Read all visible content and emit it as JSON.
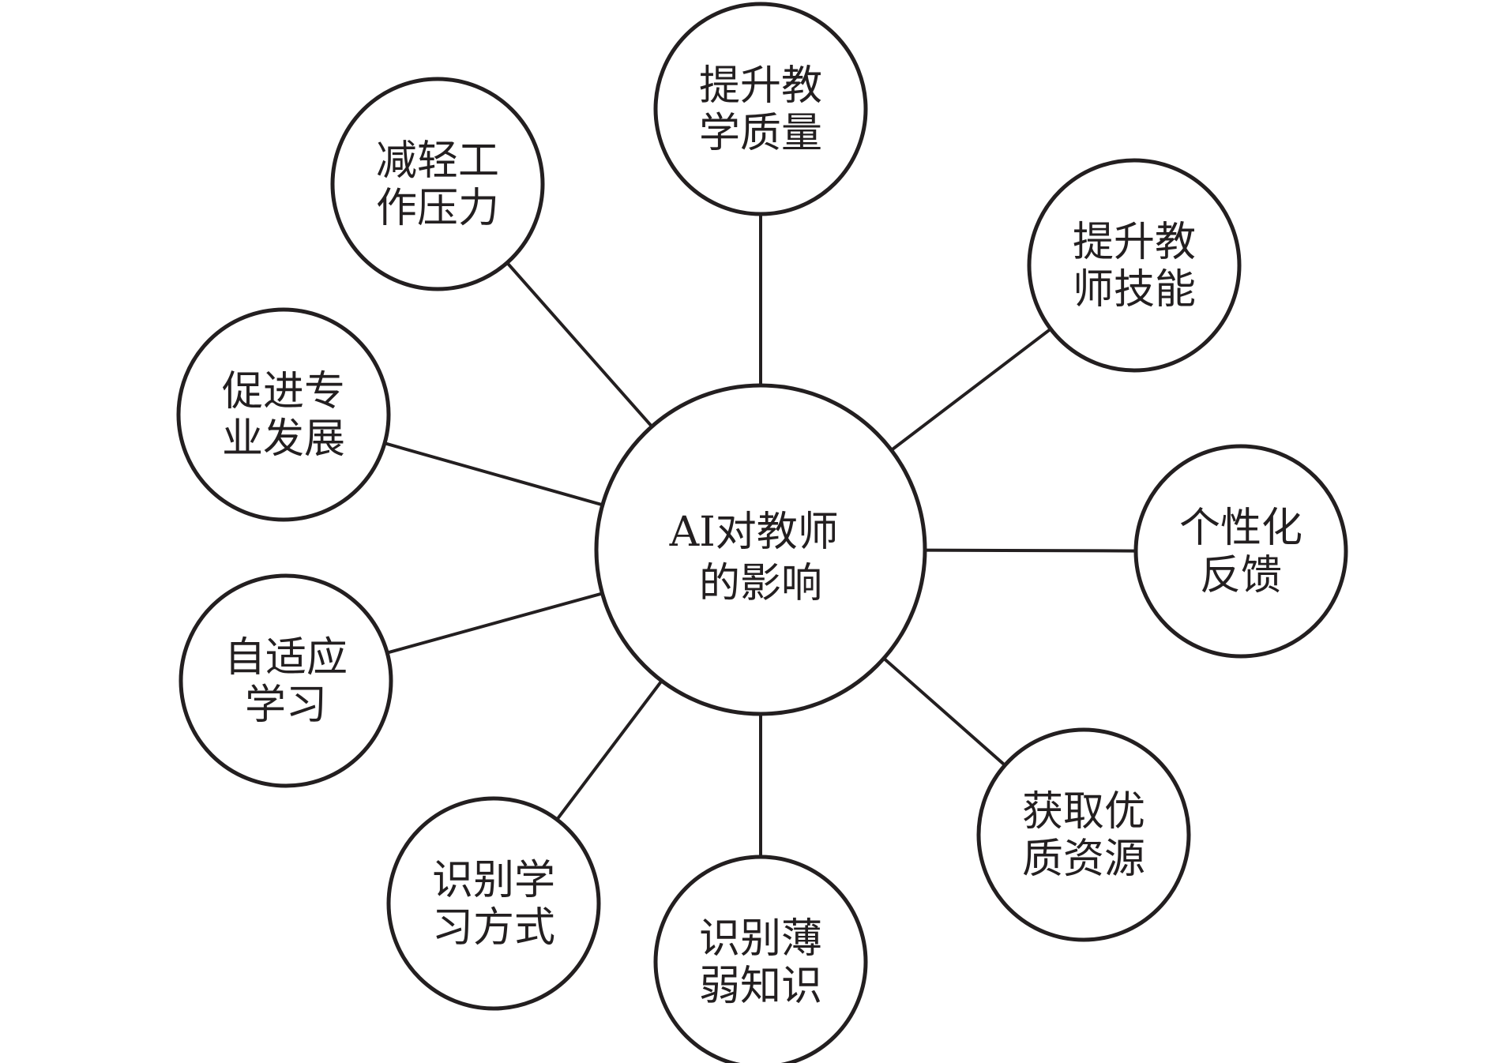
{
  "diagram": {
    "center": {
      "lines": [
        "AI对教师",
        "的影响"
      ]
    },
    "nodes": [
      {
        "id": "improve-teaching-quality",
        "lines": [
          "提升教",
          "学质量"
        ]
      },
      {
        "id": "improve-teacher-skills",
        "lines": [
          "提升教",
          "师技能"
        ]
      },
      {
        "id": "personalized-feedback",
        "lines": [
          "个性化",
          "反馈"
        ]
      },
      {
        "id": "access-quality-resources",
        "lines": [
          "获取优",
          "质资源"
        ]
      },
      {
        "id": "identify-weak-knowledge",
        "lines": [
          "识别薄",
          "弱知识"
        ]
      },
      {
        "id": "identify-learning-styles",
        "lines": [
          "识别学",
          "习方式"
        ]
      },
      {
        "id": "adaptive-learning",
        "lines": [
          "自适应",
          "学习"
        ]
      },
      {
        "id": "promote-professional-development",
        "lines": [
          "促进专",
          "业发展"
        ]
      },
      {
        "id": "reduce-work-pressure",
        "lines": [
          "减轻工",
          "作压力"
        ]
      }
    ]
  }
}
